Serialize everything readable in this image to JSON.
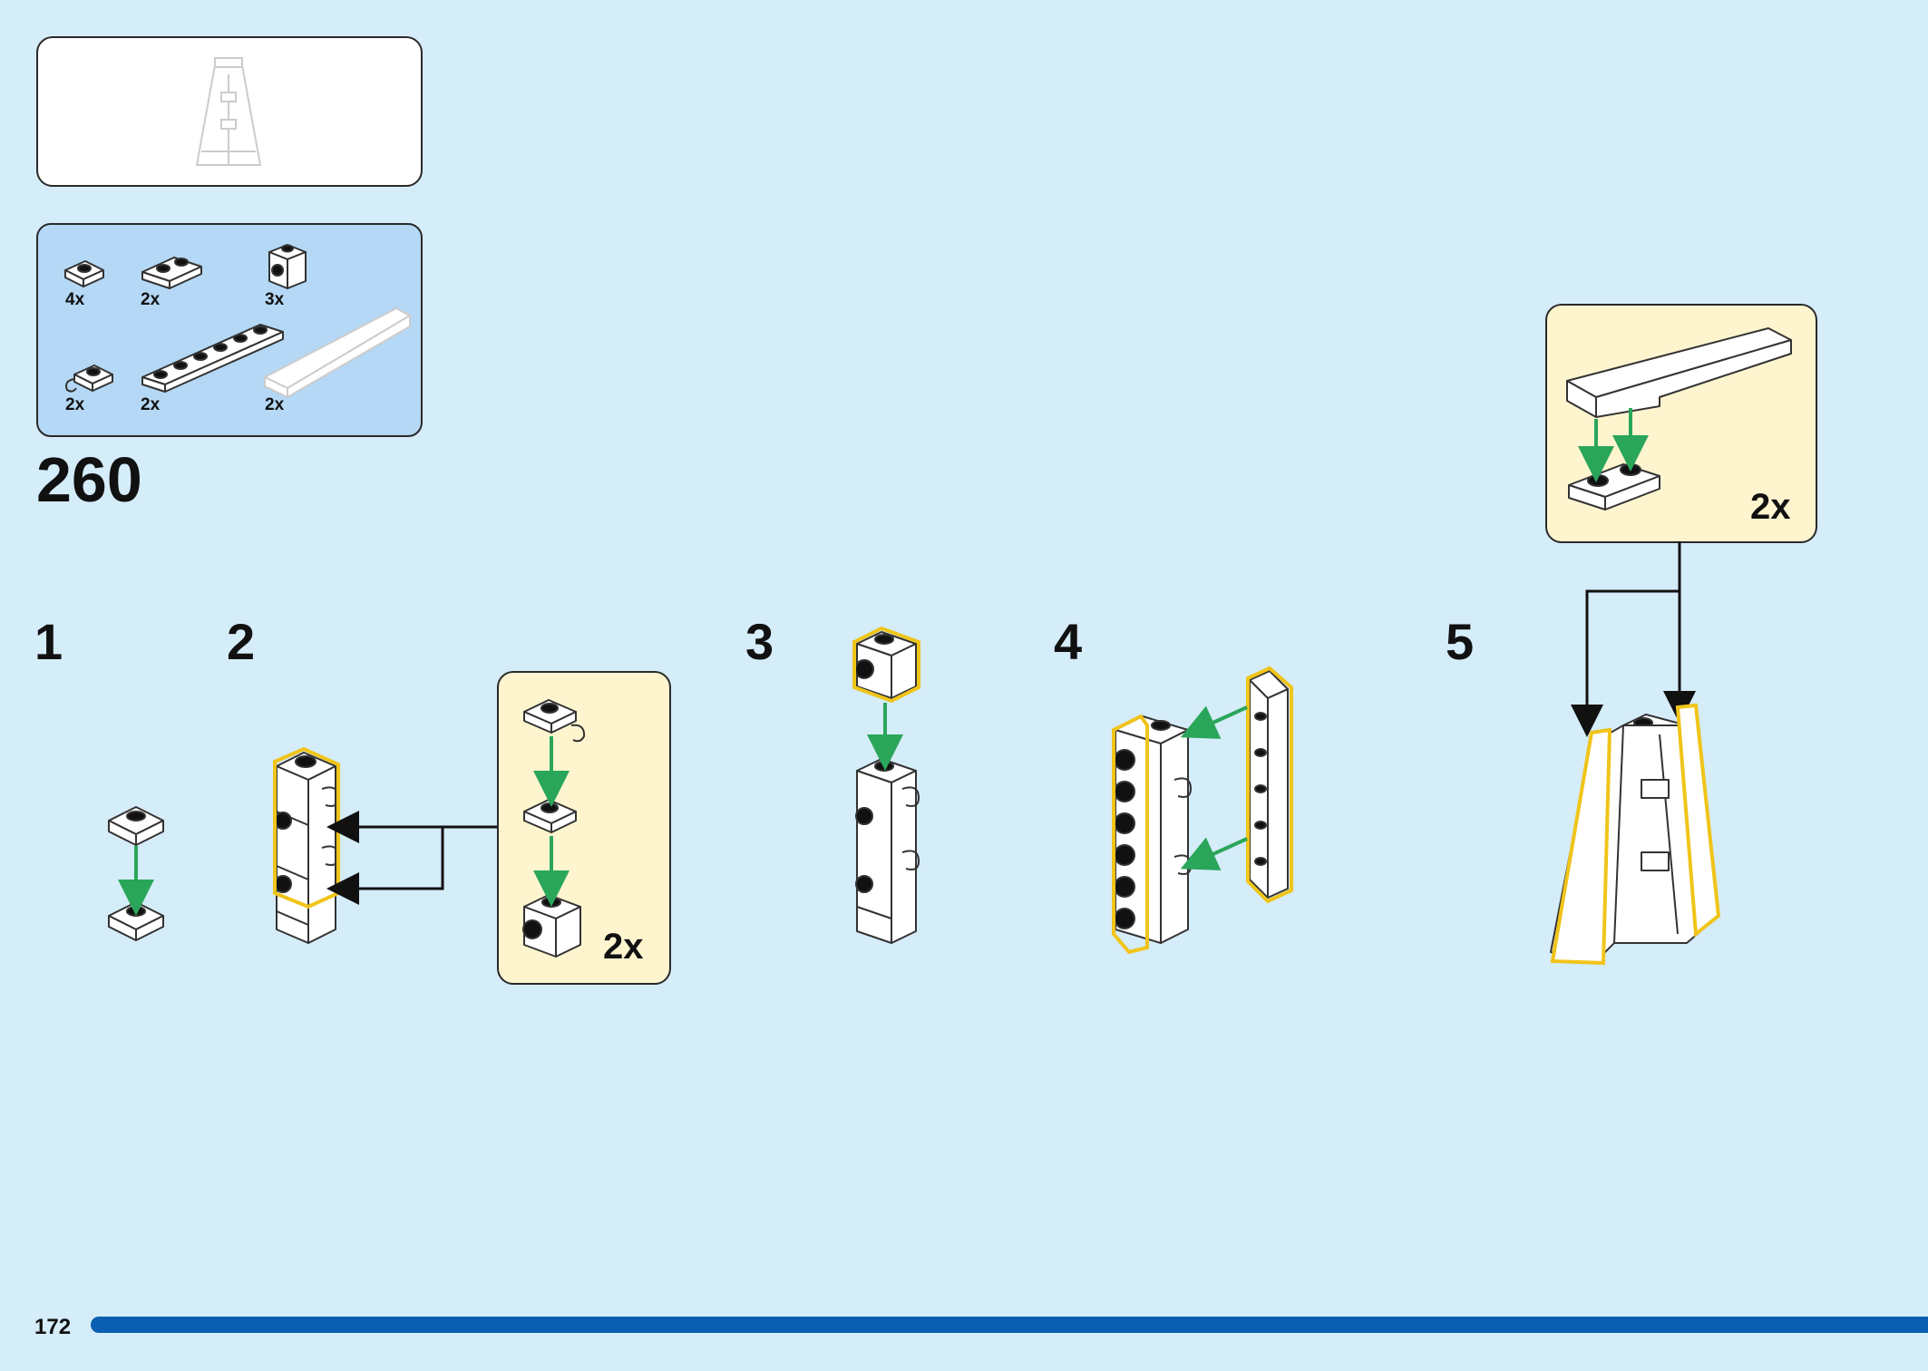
{
  "parts": [
    {
      "qty": "4x"
    },
    {
      "qty": "2x"
    },
    {
      "qty": "3x"
    },
    {
      "qty": "2x"
    },
    {
      "qty": "2x"
    },
    {
      "qty": "2x"
    }
  ],
  "step_number": "260",
  "substeps": [
    "1",
    "2",
    "3",
    "4",
    "5"
  ],
  "callouts": [
    {
      "multiplier": "2x"
    },
    {
      "multiplier": "2x"
    }
  ],
  "page_number": "172",
  "colors": {
    "background": "#d5ecf9",
    "parts_panel": "#b4d8f5",
    "callout": "#fef5cf",
    "highlight": "#f0c419",
    "arrow_green": "#2aa65a",
    "progress_bar": "#0a5fb0"
  }
}
